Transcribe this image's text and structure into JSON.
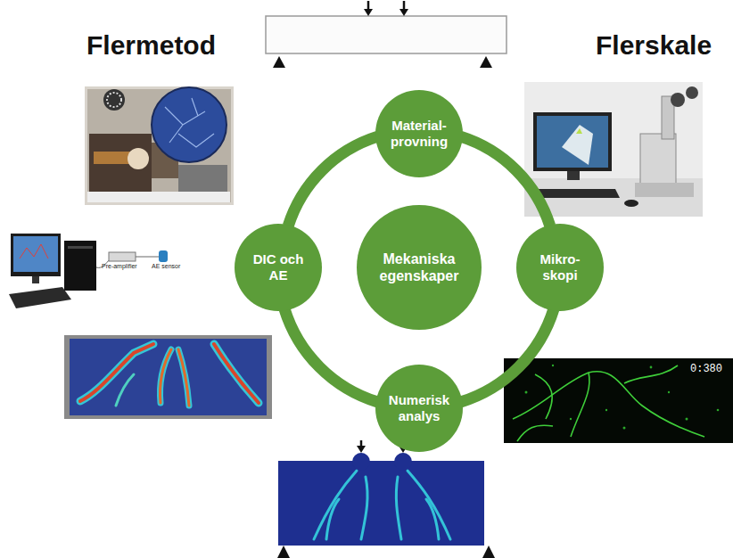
{
  "diagram": {
    "nodes": [
      {
        "text": [
          "Material- provning"
        ]
      },
      {
        "text": [
          "DIC och AE"
        ]
      },
      {
        "text": [
          "Mekaniska egenskaper"
        ]
      },
      {
        "text": [
          "Mikro- skopi"
        ]
      },
      {
        "text": [
          "Numerisk analys"
        ]
      }
    ],
    "edges": [
      {
        "from": 0,
        "to": 3,
        "arrow": "none"
      },
      {
        "from": 3,
        "to": 4,
        "arrow": "none"
      },
      {
        "from": 4,
        "to": 1,
        "arrow": "none"
      },
      {
        "from": 1,
        "to": 0,
        "arrow": "none"
      }
    ],
    "labels": [
      "Flermetod",
      "Flerskale",
      "Pre-amplifier",
      "AE sensor",
      "0:380"
    ]
  }
}
